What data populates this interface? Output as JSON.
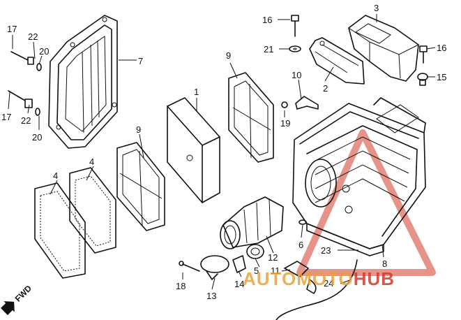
{
  "callouts": [
    {
      "id": "c1",
      "text": "1"
    },
    {
      "id": "c2",
      "text": "2"
    },
    {
      "id": "c3",
      "text": "3"
    },
    {
      "id": "c4a",
      "text": "4"
    },
    {
      "id": "c4b",
      "text": "4"
    },
    {
      "id": "c5",
      "text": "5"
    },
    {
      "id": "c6",
      "text": "6"
    },
    {
      "id": "c7",
      "text": "7"
    },
    {
      "id": "c8",
      "text": "8"
    },
    {
      "id": "c9a",
      "text": "9"
    },
    {
      "id": "c9b",
      "text": "9"
    },
    {
      "id": "c10",
      "text": "10"
    },
    {
      "id": "c11",
      "text": "11"
    },
    {
      "id": "c12",
      "text": "12"
    },
    {
      "id": "c13",
      "text": "13"
    },
    {
      "id": "c14",
      "text": "14"
    },
    {
      "id": "c15",
      "text": "15"
    },
    {
      "id": "c16a",
      "text": "16"
    },
    {
      "id": "c16b",
      "text": "16"
    },
    {
      "id": "c17a",
      "text": "17"
    },
    {
      "id": "c17b",
      "text": "17"
    },
    {
      "id": "c18",
      "text": "18"
    },
    {
      "id": "c19",
      "text": "19"
    },
    {
      "id": "c20a",
      "text": "20"
    },
    {
      "id": "c20b",
      "text": "20"
    },
    {
      "id": "c21",
      "text": "21"
    },
    {
      "id": "c22a",
      "text": "22"
    },
    {
      "id": "c22b",
      "text": "22"
    },
    {
      "id": "c23",
      "text": "23"
    },
    {
      "id": "c24",
      "text": "24"
    }
  ],
  "direction_marker": "FWD",
  "watermark": {
    "part1": "AUTOMOTO",
    "part2": "HUB",
    "color_primary": "#e8a23a",
    "color_secondary": "#d23a2a"
  }
}
